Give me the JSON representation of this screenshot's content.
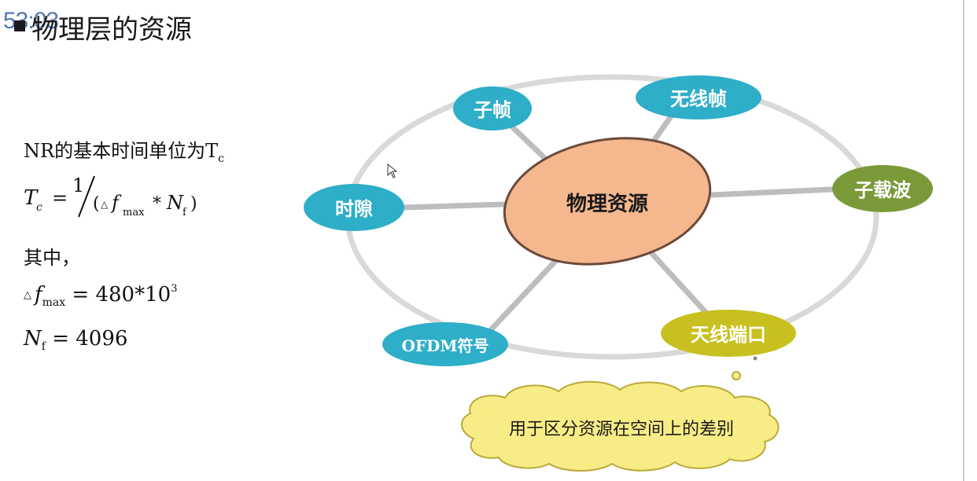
{
  "slide_number": "53:03",
  "title": "物理层的资源",
  "formula": {
    "intro": "NR的基本时间单位为T",
    "intro_sub": "c",
    "lhs": "T",
    "lhs_sub": "c",
    "equals": "=",
    "numerator": "1",
    "delta_symbol": "△",
    "f": "f",
    "f_sub": "max",
    "times": "*",
    "N": "N",
    "N_sub": "f",
    "where_label": "其中，",
    "eq1_rhs": "= 480*10",
    "eq1_exp": "3",
    "eq2_rhs": "= 4096"
  },
  "diagram": {
    "center_label": "物理资源",
    "nodes": [
      {
        "label": "子帧",
        "color": "#2eaec8"
      },
      {
        "label": "无线帧",
        "color": "#2eaec8"
      },
      {
        "label": "子载波",
        "color": "#7a9a3a"
      },
      {
        "label": "天线端口",
        "color": "#c8c020"
      },
      {
        "label": "OFDM符号",
        "color": "#2eaec8"
      },
      {
        "label": "时隙",
        "color": "#2eaec8"
      }
    ],
    "callout": "用于区分资源在空间上的差别",
    "colors": {
      "center_fill": "#f5b88e",
      "center_stroke": "#6b4a3a",
      "ring": "#d9d9d9",
      "spoke": "#bdbdbd",
      "callout_fill": "#f8ec86",
      "callout_stroke": "#bba93a"
    }
  }
}
